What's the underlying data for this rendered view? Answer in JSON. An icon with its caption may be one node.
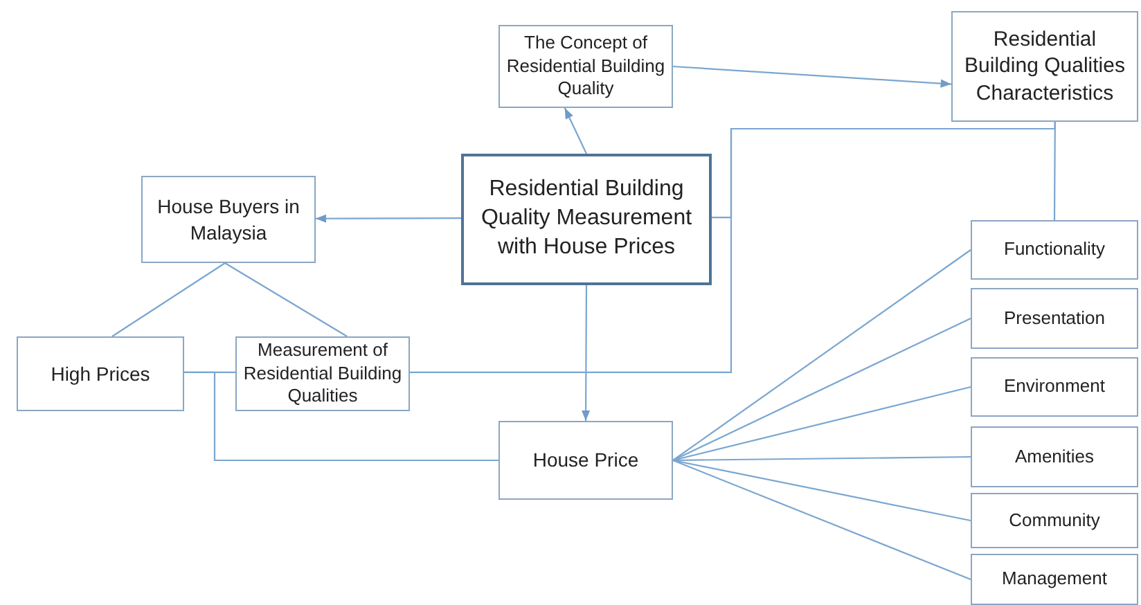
{
  "diagram": {
    "nodes": [
      {
        "text": [
          "The Concept of Residential Building Quality"
        ]
      },
      {
        "text": [
          "Residential Building Qualities Characteristics"
        ]
      },
      {
        "text": [
          "House Buyers in Malaysia"
        ]
      },
      {
        "text": [
          "Residential Building Quality Measurement with House Prices"
        ]
      },
      {
        "text": [
          "High Prices"
        ]
      },
      {
        "text": [
          "Measurement of Residential Building Qualities"
        ]
      },
      {
        "text": [
          "House Price"
        ]
      },
      {
        "text": [
          "Functionality"
        ]
      },
      {
        "text": [
          "Presentation"
        ]
      },
      {
        "text": [
          "Environment"
        ]
      },
      {
        "text": [
          "Amenities"
        ]
      },
      {
        "text": [
          "Community"
        ]
      },
      {
        "text": [
          "Management"
        ]
      }
    ],
    "edges": [
      {
        "from": 3,
        "to": 0,
        "arrow": "to"
      },
      {
        "from": 0,
        "to": 1,
        "arrow": "to"
      },
      {
        "from": 3,
        "to": 2,
        "arrow": "to"
      },
      {
        "from": 3,
        "to": 6,
        "arrow": "to"
      },
      {
        "from": 2,
        "to": 4,
        "arrow": "none"
      },
      {
        "from": 2,
        "to": 5,
        "arrow": "none"
      },
      {
        "from": 4,
        "to": 5,
        "arrow": "none"
      },
      {
        "from": 4,
        "to": 6,
        "arrow": "none"
      },
      {
        "from": 5,
        "to": 1,
        "arrow": "none"
      },
      {
        "from": 3,
        "to": 1,
        "arrow": "none"
      },
      {
        "from": 1,
        "to": 7,
        "arrow": "none"
      },
      {
        "from": 6,
        "to": 7,
        "arrow": "none"
      },
      {
        "from": 6,
        "to": 8,
        "arrow": "none"
      },
      {
        "from": 6,
        "to": 9,
        "arrow": "none"
      },
      {
        "from": 6,
        "to": 10,
        "arrow": "none"
      },
      {
        "from": 6,
        "to": 11,
        "arrow": "none"
      },
      {
        "from": 6,
        "to": 12,
        "arrow": "none"
      }
    ]
  }
}
